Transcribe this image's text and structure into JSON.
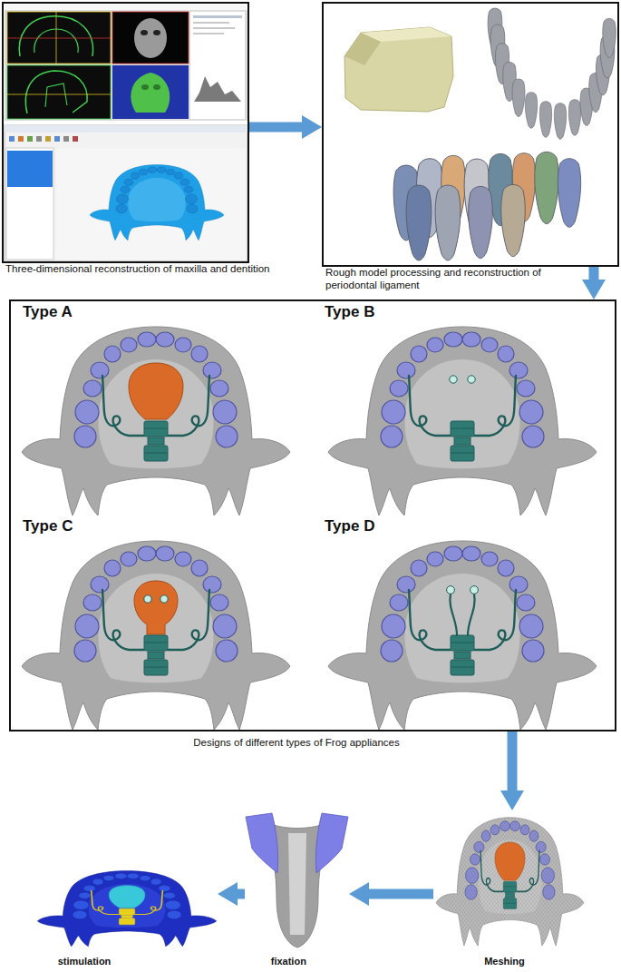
{
  "diagram": {
    "nodes": [
      {
        "text": [
          "Three-dimensional reconstruction of maxilla and dentition"
        ]
      },
      {
        "text": [
          "Rough model processing and reconstruction of periodontal ligament"
        ]
      },
      {
        "text": [
          "Designs of different types of Frog appliances"
        ]
      },
      {
        "text": [
          "stimulation"
        ]
      },
      {
        "text": [
          "fixation"
        ]
      },
      {
        "text": [
          "Meshing"
        ]
      }
    ],
    "edges": [
      {
        "from": 0,
        "to": 1,
        "arrow": "to"
      },
      {
        "from": 1,
        "to": 2,
        "arrow": "to"
      },
      {
        "from": 2,
        "to": 5,
        "arrow": "to"
      },
      {
        "from": 5,
        "to": 4,
        "arrow": "to"
      },
      {
        "from": 4,
        "to": 3,
        "arrow": "to"
      }
    ],
    "labels": [
      "Type A",
      "Type B",
      "Type C",
      "Type D"
    ]
  }
}
